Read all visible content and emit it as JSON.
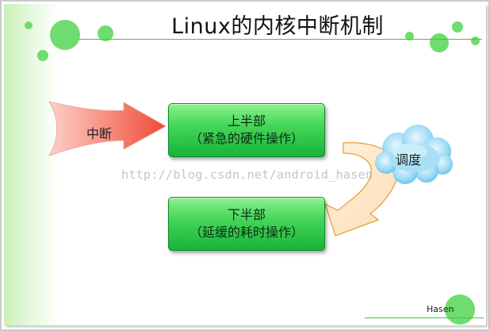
{
  "title": "Linux的内核中断机制",
  "input_label": "中断",
  "top_half": {
    "title": "上半部",
    "desc": "（紧急的硬件操作）"
  },
  "bottom_half": {
    "title": "下半部",
    "desc": "（延缓的耗时操作）"
  },
  "cloud_label": "调度",
  "watermark": "http://blog.csdn.net/android_hasen",
  "author": "Hasen",
  "colors": {
    "accent_green": "#2ec04a",
    "decor_circle": "#6fdc6f",
    "arrow_red": "#f25c4a",
    "cloud_blue": "#8fd3f0",
    "curved_arrow": "#fde6c8"
  }
}
